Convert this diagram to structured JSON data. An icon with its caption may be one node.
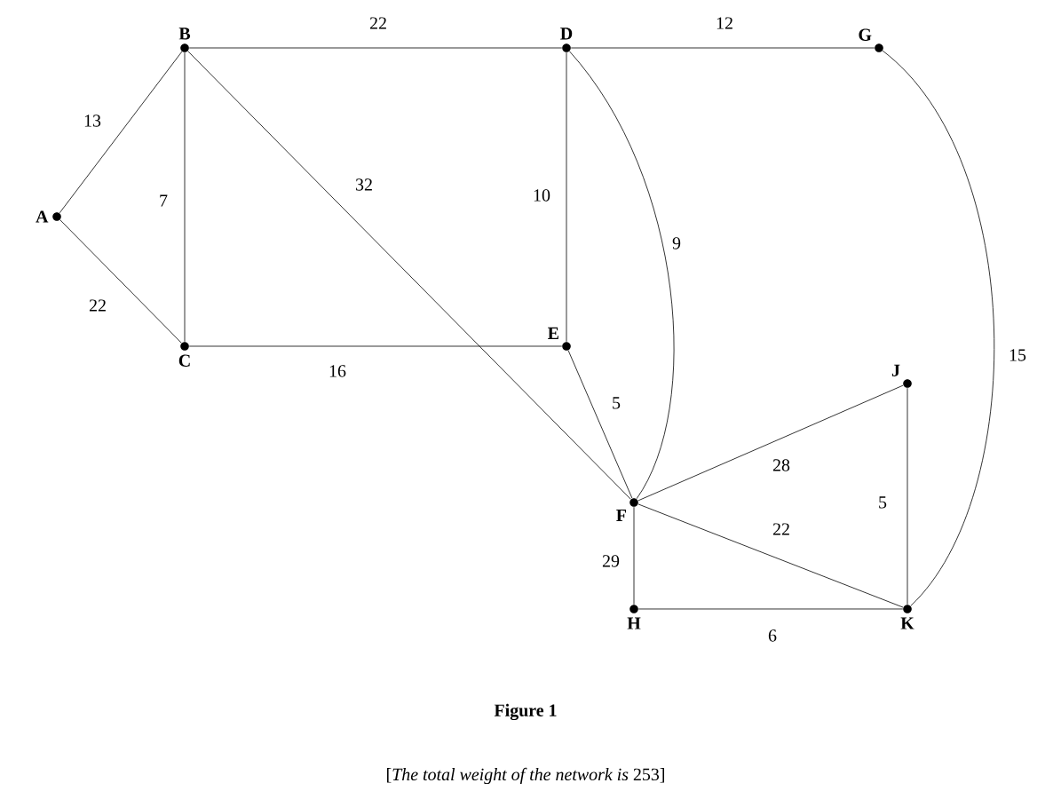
{
  "diagram": {
    "title": "Figure 1",
    "caption": "[*The total weight of the network is* 253]",
    "nodes": [
      {
        "text": [
          "A"
        ]
      },
      {
        "text": [
          "B"
        ]
      },
      {
        "text": [
          "C"
        ]
      },
      {
        "text": [
          "D"
        ]
      },
      {
        "text": [
          "E"
        ]
      },
      {
        "text": [
          "G"
        ]
      },
      {
        "text": [
          "F"
        ]
      },
      {
        "text": [
          "J"
        ]
      },
      {
        "text": [
          "H"
        ]
      },
      {
        "text": [
          "K"
        ]
      }
    ],
    "edges": [
      {
        "from": 0,
        "to": 1,
        "arrow": "none",
        "label": "13"
      },
      {
        "from": 0,
        "to": 2,
        "arrow": "none",
        "label": "22"
      },
      {
        "from": 1,
        "to": 2,
        "arrow": "none",
        "label": "7"
      },
      {
        "from": 1,
        "to": 3,
        "arrow": "none",
        "label": "22"
      },
      {
        "from": 1,
        "to": 6,
        "arrow": "none",
        "label": "32"
      },
      {
        "from": 2,
        "to": 4,
        "arrow": "none",
        "label": "16"
      },
      {
        "from": 3,
        "to": 4,
        "arrow": "none",
        "label": "10"
      },
      {
        "from": 3,
        "to": 6,
        "arrow": "none",
        "label": "9"
      },
      {
        "from": 3,
        "to": 5,
        "arrow": "none",
        "label": "12"
      },
      {
        "from": 5,
        "to": 9,
        "arrow": "none",
        "label": "15"
      },
      {
        "from": 4,
        "to": 6,
        "arrow": "none",
        "label": "5"
      },
      {
        "from": 6,
        "to": 7,
        "arrow": "none",
        "label": "28"
      },
      {
        "from": 6,
        "to": 9,
        "arrow": "none",
        "label": "22"
      },
      {
        "from": 6,
        "to": 8,
        "arrow": "none",
        "label": "29"
      },
      {
        "from": 7,
        "to": 9,
        "arrow": "none",
        "label": "5"
      },
      {
        "from": 8,
        "to": 9,
        "arrow": "none",
        "label": "6"
      }
    ]
  }
}
